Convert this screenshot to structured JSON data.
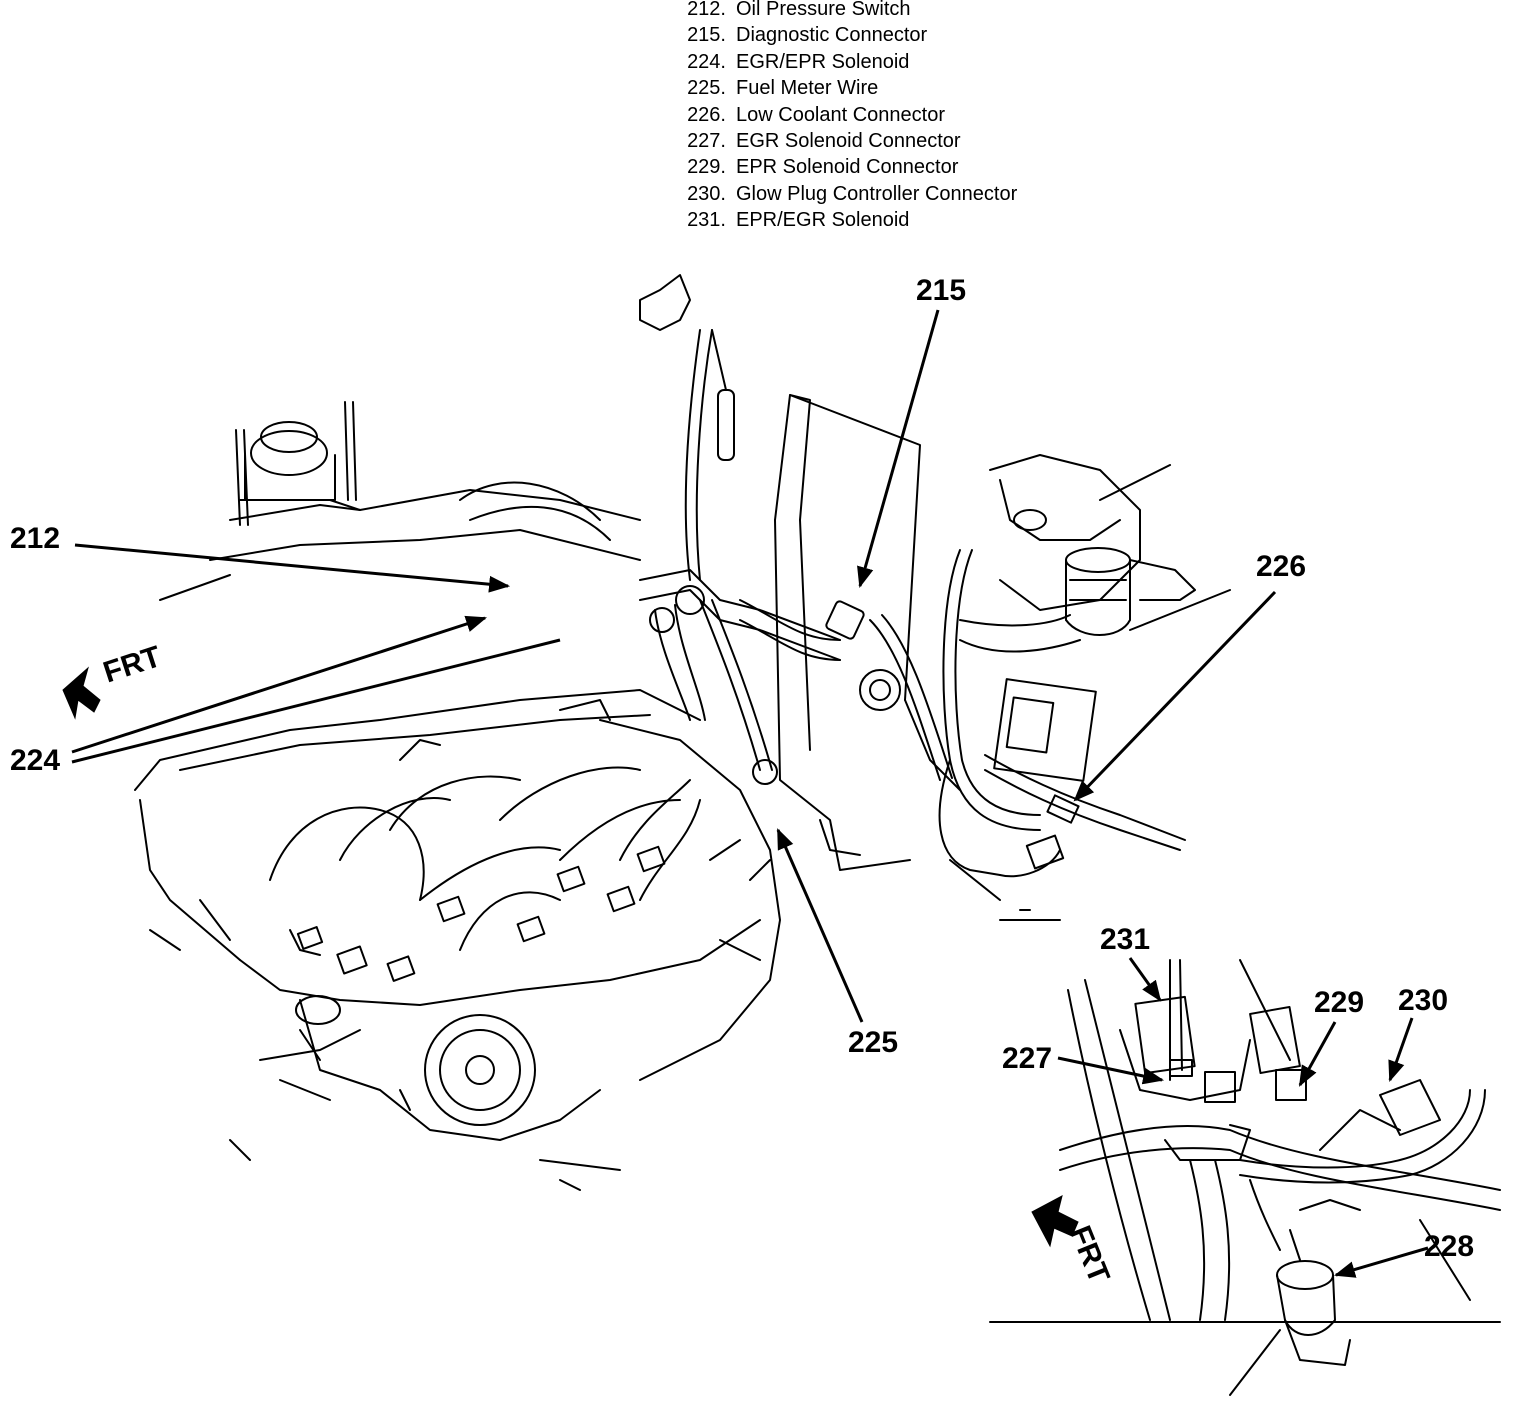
{
  "legend": [
    {
      "num": "212.",
      "label": "Oil Pressure Switch"
    },
    {
      "num": "215.",
      "label": "Diagnostic Connector"
    },
    {
      "num": "224.",
      "label": "EGR/EPR Solenoid"
    },
    {
      "num": "225.",
      "label": "Fuel Meter Wire"
    },
    {
      "num": "226.",
      "label": "Low Coolant Connector"
    },
    {
      "num": "227.",
      "label": "EGR Solenoid Connector"
    },
    {
      "num": "229.",
      "label": "EPR Solenoid Connector"
    },
    {
      "num": "230.",
      "label": "Glow Plug Controller Connector"
    },
    {
      "num": "231.",
      "label": "EPR/EGR Solenoid"
    }
  ],
  "callouts": {
    "c212": "212",
    "c215": "215",
    "c224": "224",
    "c225": "225",
    "c226": "226",
    "c227": "227",
    "c228": "228",
    "c229": "229",
    "c230": "230",
    "c231": "231"
  },
  "frt_main": "FRT",
  "frt_inset": "FRT",
  "colors": {
    "ink": "#000000",
    "paper": "#ffffff"
  }
}
